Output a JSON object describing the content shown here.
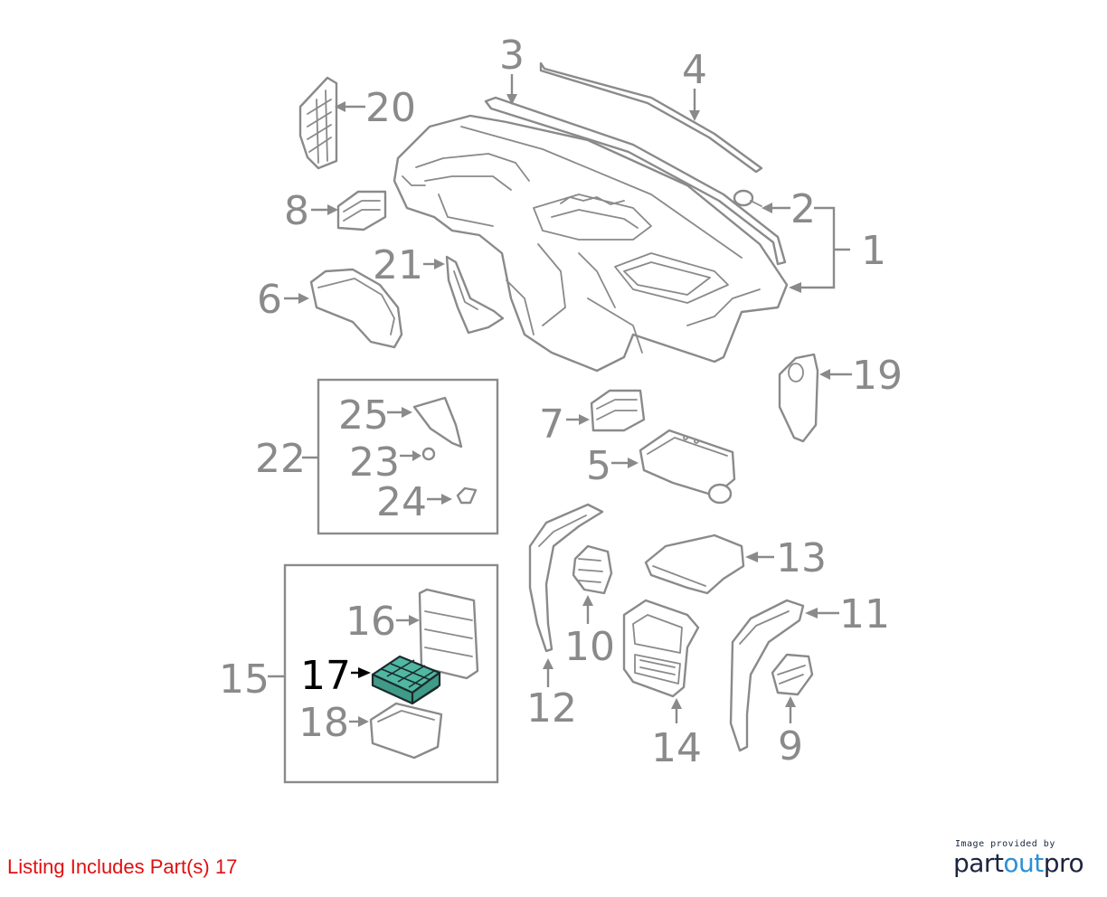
{
  "diagram": {
    "callouts": {
      "c1": "1",
      "c2": "2",
      "c3": "3",
      "c4": "4",
      "c5": "5",
      "c6": "6",
      "c7": "7",
      "c8": "8",
      "c9": "9",
      "c10": "10",
      "c11": "11",
      "c12": "12",
      "c13": "13",
      "c14": "14",
      "c15": "15",
      "c16": "16",
      "c17": "17",
      "c18": "18",
      "c19": "19",
      "c20": "20",
      "c21": "21",
      "c22": "22",
      "c23": "23",
      "c24": "24",
      "c25": "25"
    },
    "highlighted_part": "17",
    "highlight_color": "#4fb7a2",
    "line_color": "#8a8a8a"
  },
  "listing": {
    "prefix": "Listing Includes Part(s)",
    "parts": "17",
    "color": "#e01010"
  },
  "brand": {
    "provided_by": "Image provided by",
    "name_part1": "part",
    "name_part2": "out",
    "name_part3": "pro"
  }
}
